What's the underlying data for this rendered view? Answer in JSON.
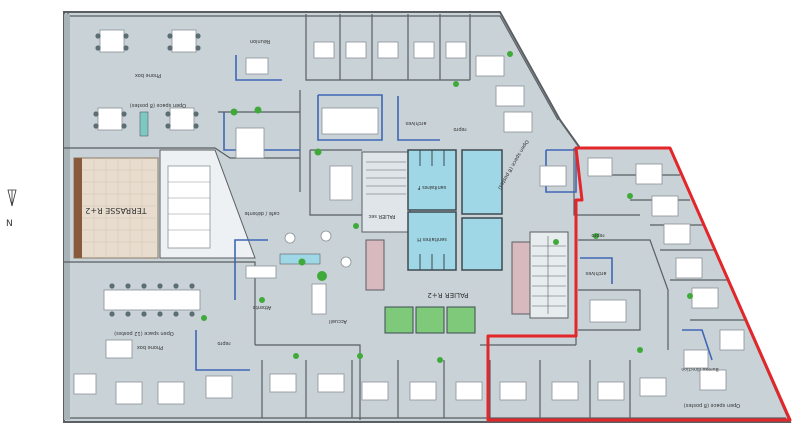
{
  "colors": {
    "floor": "#c9d2d7",
    "floor_light": "#d9e0e4",
    "wall": "#5a5f63",
    "highlight": "#e3262a",
    "glass": "#9fd7e6",
    "core": "#8fa1a8",
    "terrace": "#e7dccd",
    "plant": "#3faa3a",
    "partition": "#3f67b5"
  },
  "compass": {
    "label": "N",
    "icon": "north-arrow-icon"
  },
  "labels": {
    "terrace": "TERRASSE R+2",
    "landing": "PALIER R+2",
    "landing_sec": "PALIER sec",
    "sanitaires_f": "sanitaires F",
    "sanitaires_h": "sanitaires H",
    "cafe": "café / détente",
    "accueil": "Accueil",
    "attente": "Attente",
    "reprographie_top": "repro",
    "archives_top": "archives",
    "archives_right": "archives",
    "reprographie_right": "repro",
    "reprographie_left": "repro",
    "open_space_top_left": "Open space (8 postes)",
    "open_space_top_right": "Open space (8 postes)",
    "open_space_bottom_left": "Open space (12 postes)",
    "open_space_bottom_right": "Open space (8 postes)",
    "phone_box_top": "Phone box",
    "phone_box_bottom": "Phone box",
    "bureau_direction": "Bureau direction",
    "reunion": "Réunion"
  },
  "highlight_zone": {
    "name": "selected lot",
    "color": "#e3262a"
  }
}
